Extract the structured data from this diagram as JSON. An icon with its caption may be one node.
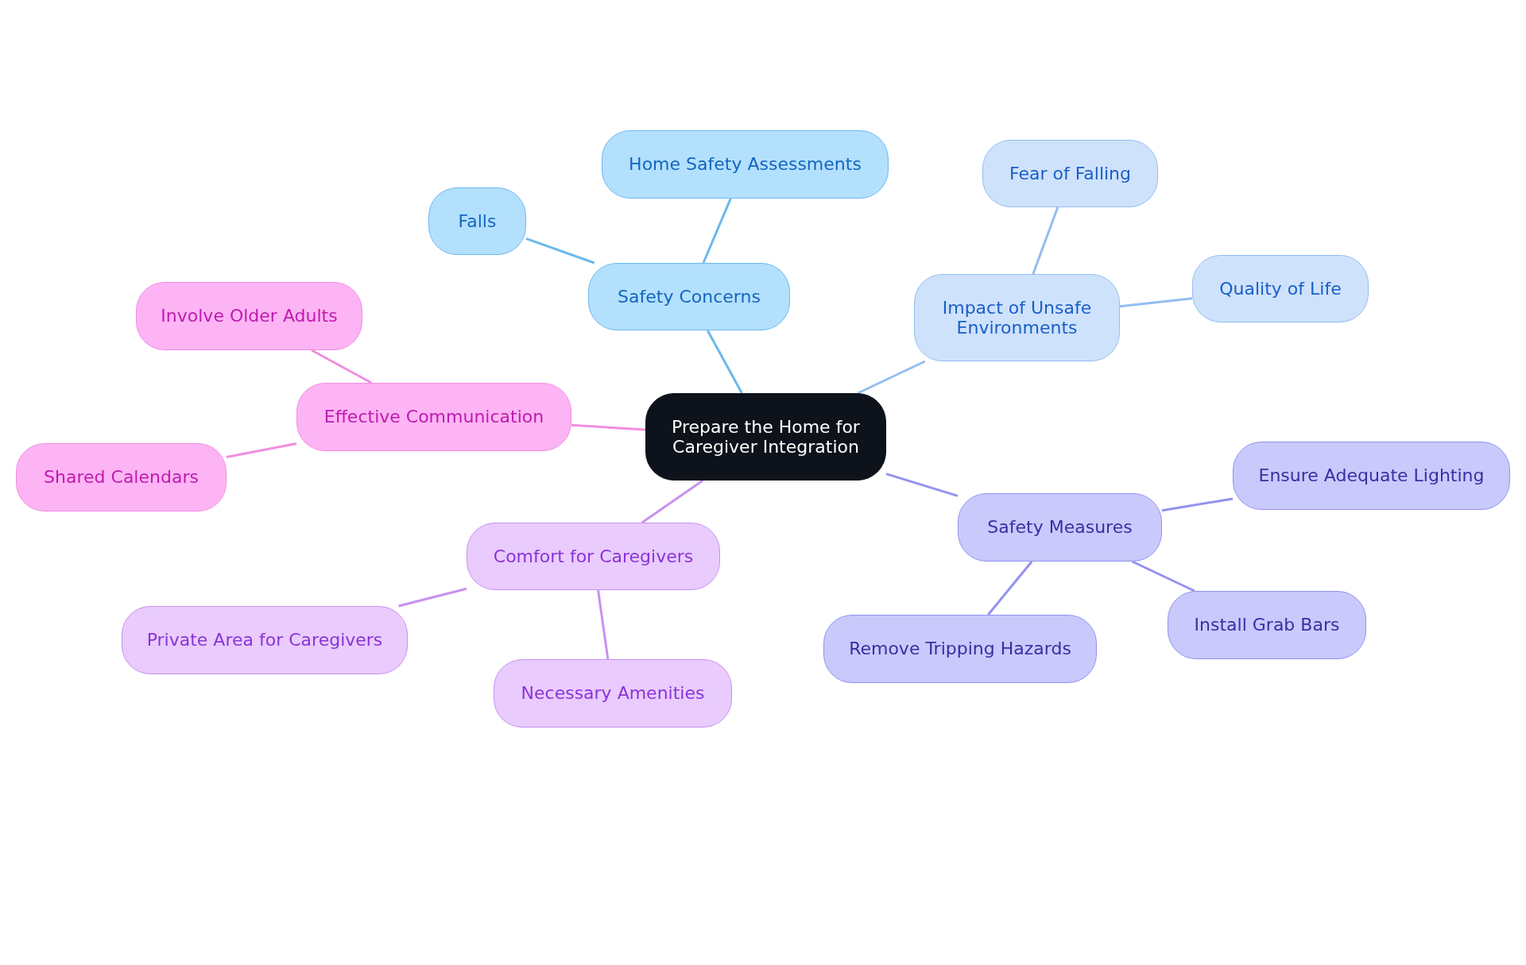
{
  "diagram": {
    "nodes": [
      {
        "text": [
          "Prepare the Home for Caregiver Integration"
        ]
      },
      {
        "text": [
          "Safety Concerns"
        ]
      },
      {
        "text": [
          "Home Safety Assessments"
        ]
      },
      {
        "text": [
          "Falls"
        ]
      },
      {
        "text": [
          "Impact of Unsafe Environments"
        ]
      },
      {
        "text": [
          "Fear of Falling"
        ]
      },
      {
        "text": [
          "Quality of Life"
        ]
      },
      {
        "text": [
          "Safety Measures"
        ]
      },
      {
        "text": [
          "Ensure Adequate Lighting"
        ]
      },
      {
        "text": [
          "Remove Tripping Hazards"
        ]
      },
      {
        "text": [
          "Install Grab Bars"
        ]
      },
      {
        "text": [
          "Comfort for Caregivers"
        ]
      },
      {
        "text": [
          "Private Area for Caregivers"
        ]
      },
      {
        "text": [
          "Necessary Amenities"
        ]
      },
      {
        "text": [
          "Effective Communication"
        ]
      },
      {
        "text": [
          "Involve Older Adults"
        ]
      },
      {
        "text": [
          "Shared Calendars"
        ]
      }
    ],
    "edges": [
      {
        "from": 0,
        "to": 1,
        "arrow": "none",
        "color": "#6cb8ee"
      },
      {
        "from": 1,
        "to": 2,
        "arrow": "none",
        "color": "#6cb8ee"
      },
      {
        "from": 1,
        "to": 3,
        "arrow": "none",
        "color": "#6cb8ee"
      },
      {
        "from": 0,
        "to": 4,
        "arrow": "none",
        "color": "#93bdf0"
      },
      {
        "from": 4,
        "to": 5,
        "arrow": "none",
        "color": "#93bdf0"
      },
      {
        "from": 4,
        "to": 6,
        "arrow": "none",
        "color": "#93bdf0"
      },
      {
        "from": 0,
        "to": 7,
        "arrow": "none",
        "color": "#9292ef"
      },
      {
        "from": 7,
        "to": 8,
        "arrow": "none",
        "color": "#9292ef"
      },
      {
        "from": 7,
        "to": 9,
        "arrow": "none",
        "color": "#9292ef"
      },
      {
        "from": 7,
        "to": 10,
        "arrow": "none",
        "color": "#9292ef"
      },
      {
        "from": 0,
        "to": 11,
        "arrow": "none",
        "color": "#c891ef"
      },
      {
        "from": 11,
        "to": 12,
        "arrow": "none",
        "color": "#c891ef"
      },
      {
        "from": 11,
        "to": 13,
        "arrow": "none",
        "color": "#c891ef"
      },
      {
        "from": 0,
        "to": 14,
        "arrow": "none",
        "color": "#f08ee0"
      },
      {
        "from": 14,
        "to": 15,
        "arrow": "none",
        "color": "#f08ee0"
      },
      {
        "from": 14,
        "to": 16,
        "arrow": "none",
        "color": "#f08ee0"
      }
    ]
  }
}
